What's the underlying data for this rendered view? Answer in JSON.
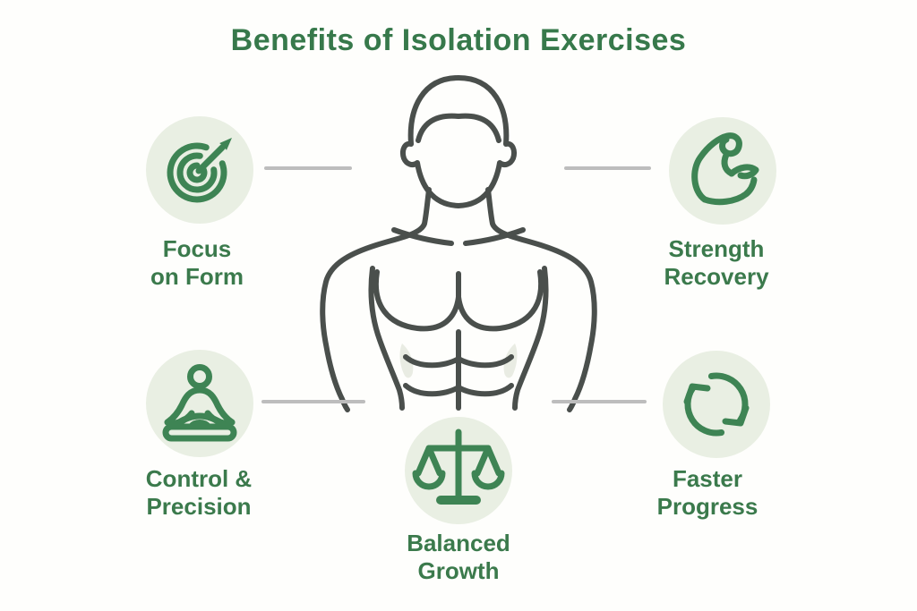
{
  "title": "Benefits of Isolation Exercises",
  "colors": {
    "title_green": "#37794b",
    "label_green": "#3b7a4c",
    "icon_green": "#3e8454",
    "icon_circle_bg": "#e9efe3",
    "figure_line": "#4a4f4c",
    "connector_gray": "#bdbdbd",
    "background": "#fefefc"
  },
  "center_figure": {
    "name": "male-torso-line-art",
    "description": "outline drawing of a muscular male torso"
  },
  "benefits": [
    {
      "name": "focus-on-form",
      "icon": "target-arrow-icon",
      "label_line1": "Focus",
      "label_line2": "on Form",
      "position": "top-left"
    },
    {
      "name": "strength-recovery",
      "icon": "flexed-bicep-icon",
      "label_line1": "Strength",
      "label_line2": "Recovery",
      "position": "top-right"
    },
    {
      "name": "control-precision",
      "icon": "meditation-icon",
      "label_line1": "Control &",
      "label_line2": "Precision",
      "position": "bottom-left"
    },
    {
      "name": "balanced-growth",
      "icon": "balance-scale-icon",
      "label_line1": "Balanced",
      "label_line2": "Growth",
      "position": "bottom-center"
    },
    {
      "name": "faster-progress",
      "icon": "cycle-arrows-icon",
      "label_line1": "Faster",
      "label_line2": "Progress",
      "position": "bottom-right"
    }
  ]
}
